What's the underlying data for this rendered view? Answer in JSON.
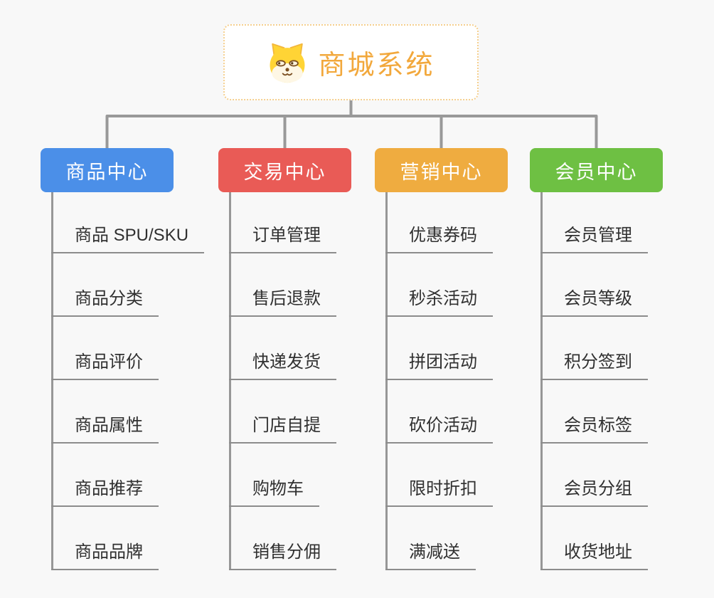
{
  "root": {
    "title": "商城系统",
    "title_color": "#f2a83c",
    "icon": "doge-icon",
    "border_color": "#f5cf8e"
  },
  "connector_color": "#999999",
  "branches": [
    {
      "label": "商品中心",
      "color": "#4b8fe8",
      "children": [
        "商品 SPU/SKU",
        "商品分类",
        "商品评价",
        "商品属性",
        "商品推荐",
        "商品品牌"
      ]
    },
    {
      "label": "交易中心",
      "color": "#e95b56",
      "children": [
        "订单管理",
        "售后退款",
        "快递发货",
        "门店自提",
        "购物车",
        "销售分佣"
      ]
    },
    {
      "label": "营销中心",
      "color": "#efac40",
      "children": [
        "优惠券码",
        "秒杀活动",
        "拼团活动",
        "砍价活动",
        "限时折扣",
        "满减送"
      ]
    },
    {
      "label": "会员中心",
      "color": "#6ec043",
      "children": [
        "会员管理",
        "会员等级",
        "积分签到",
        "会员标签",
        "会员分组",
        "收货地址"
      ]
    }
  ]
}
